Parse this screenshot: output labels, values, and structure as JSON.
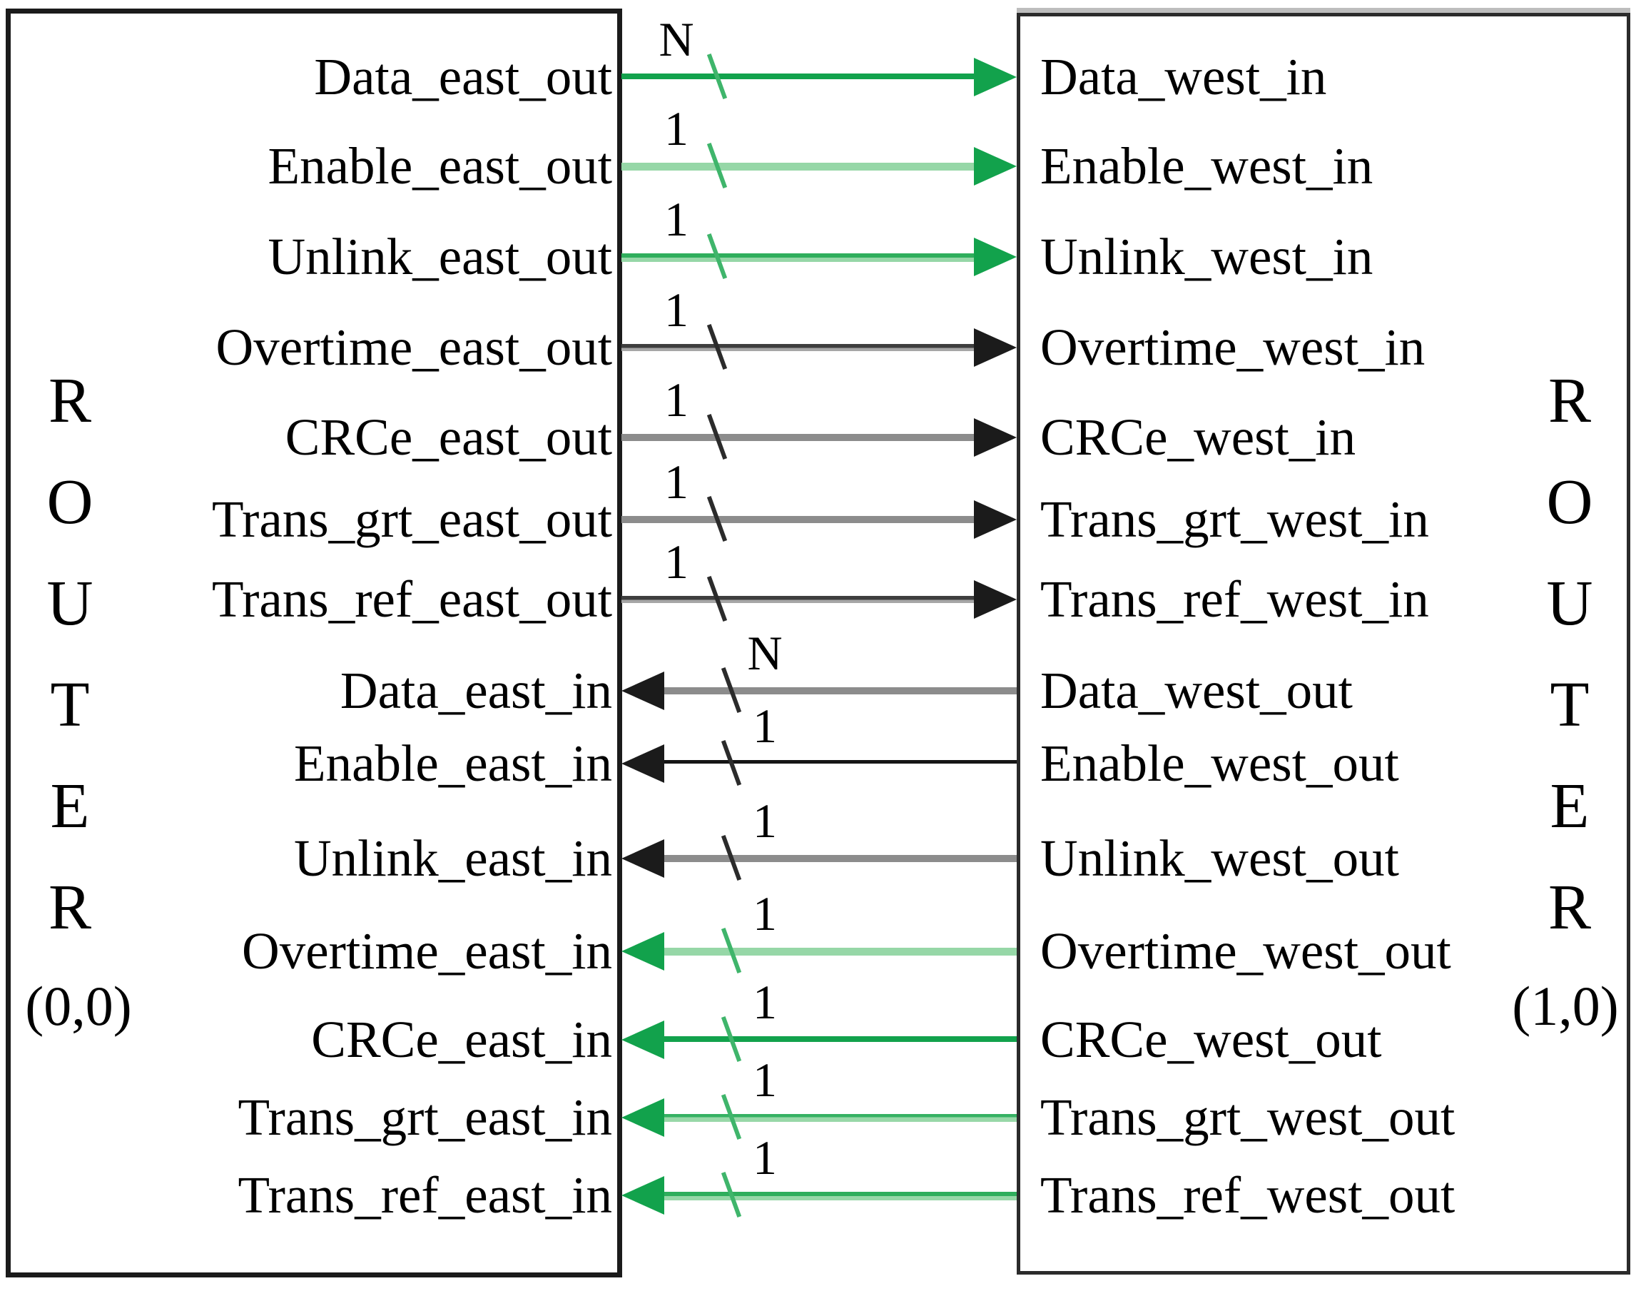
{
  "left_router": {
    "name_letters": [
      "R",
      "O",
      "U",
      "T",
      "E",
      "R"
    ],
    "coordinate": "(0,0)"
  },
  "right_router": {
    "name_letters": [
      "R",
      "O",
      "U",
      "T",
      "E",
      "R"
    ],
    "coordinate": "(1,0)"
  },
  "colors": {
    "signal_green": "#12A24C",
    "signal_green_light": "#96D7A7",
    "signal_gray": "#8C8C8C",
    "signal_black": "#1B1B1B",
    "text": "#000000",
    "box_border": "#1B1B1B"
  },
  "connections": [
    {
      "from": "Data_east_out",
      "to": "Data_west_in",
      "bus_width": "N",
      "direction": "east",
      "style": "green-solid"
    },
    {
      "from": "Enable_east_out",
      "to": "Enable_west_in",
      "bus_width": "1",
      "direction": "east",
      "style": "green-light"
    },
    {
      "from": "Unlink_east_out",
      "to": "Unlink_west_in",
      "bus_width": "1",
      "direction": "east",
      "style": "green-duo"
    },
    {
      "from": "Overtime_east_out",
      "to": "Overtime_west_in",
      "bus_width": "1",
      "direction": "east",
      "style": "dark-duo"
    },
    {
      "from": "CRCe_east_out",
      "to": "CRCe_west_in",
      "bus_width": "1",
      "direction": "east",
      "style": "gray"
    },
    {
      "from": "Trans_grt_east_out",
      "to": "Trans_grt_west_in",
      "bus_width": "1",
      "direction": "east",
      "style": "gray"
    },
    {
      "from": "Trans_ref_east_out",
      "to": "Trans_ref_west_in",
      "bus_width": "1",
      "direction": "east",
      "style": "dark-duo"
    },
    {
      "from": "Data_west_out",
      "to": "Data_east_in",
      "bus_width": "N",
      "direction": "west",
      "style": "gray"
    },
    {
      "from": "Enable_west_out",
      "to": "Enable_east_in",
      "bus_width": "1",
      "direction": "west",
      "style": "black-thin"
    },
    {
      "from": "Unlink_west_out",
      "to": "Unlink_east_in",
      "bus_width": "1",
      "direction": "west",
      "style": "gray"
    },
    {
      "from": "Overtime_west_out",
      "to": "Overtime_east_in",
      "bus_width": "1",
      "direction": "west",
      "style": "green-light"
    },
    {
      "from": "CRCe_west_out",
      "to": "CRCe_east_in",
      "bus_width": "1",
      "direction": "west",
      "style": "green-solid"
    },
    {
      "from": "Trans_grt_west_out",
      "to": "Trans_grt_east_in",
      "bus_width": "1",
      "direction": "west",
      "style": "green-light-duo"
    },
    {
      "from": "Trans_ref_west_out",
      "to": "Trans_ref_east_in",
      "bus_width": "1",
      "direction": "west",
      "style": "green-duo"
    }
  ]
}
